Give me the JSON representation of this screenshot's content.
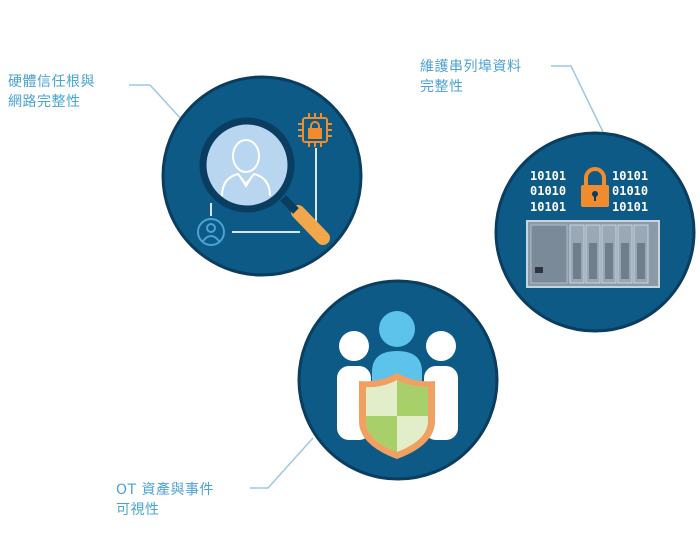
{
  "colors": {
    "circle_fill": "#0c5a85",
    "circle_ring": "#0a3d5f",
    "label_text": "#4aa3d6",
    "connector": "#9cc8e3",
    "lens": "#b9d6f0",
    "magnifier_handle": "#f2a84a",
    "chip": "#f08c2e",
    "lock": "#f08c2e",
    "person_head": "#5ec3ea",
    "shield_stroke": "#f0a060",
    "shield_light": "#e2edc9",
    "shield_dark": "#a7cf6a",
    "rack": "#8a9aa8"
  },
  "labels": {
    "hardware_network": {
      "line1": "硬體信任根與",
      "line2": "網路完整性"
    },
    "serial_port": {
      "line1": "維護串列埠資料",
      "line2": "完整性"
    },
    "ot_assets": {
      "line1": "OT 資產與事件",
      "line2": "可視性"
    }
  },
  "binary": {
    "left": [
      "10101",
      "01010",
      "10101"
    ],
    "right": [
      "10101",
      "01010",
      "10101"
    ]
  },
  "icons": {
    "hardware": [
      "magnifier-icon",
      "user-icon",
      "chip-lock-icon",
      "user-circle-icon"
    ],
    "serial": [
      "padlock-icon",
      "plc-rack-icon"
    ],
    "ot": [
      "people-group-icon",
      "shield-icon"
    ]
  }
}
